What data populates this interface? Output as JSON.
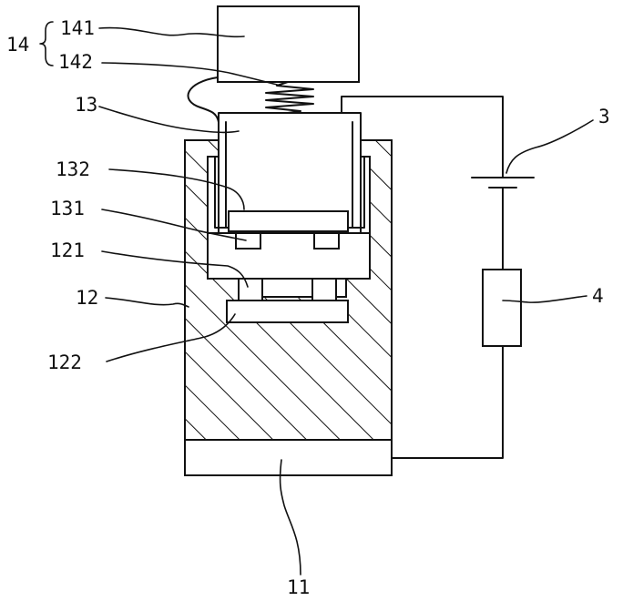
{
  "labels": {
    "l14": "14",
    "l141": "141",
    "l142": "142",
    "l13": "13",
    "l132": "132",
    "l131": "131",
    "l121": "121",
    "l12": "12",
    "l122": "122",
    "l11": "11",
    "l3": "3",
    "l4": "4"
  },
  "colors": {
    "stroke": "#111111",
    "background": "#ffffff"
  }
}
